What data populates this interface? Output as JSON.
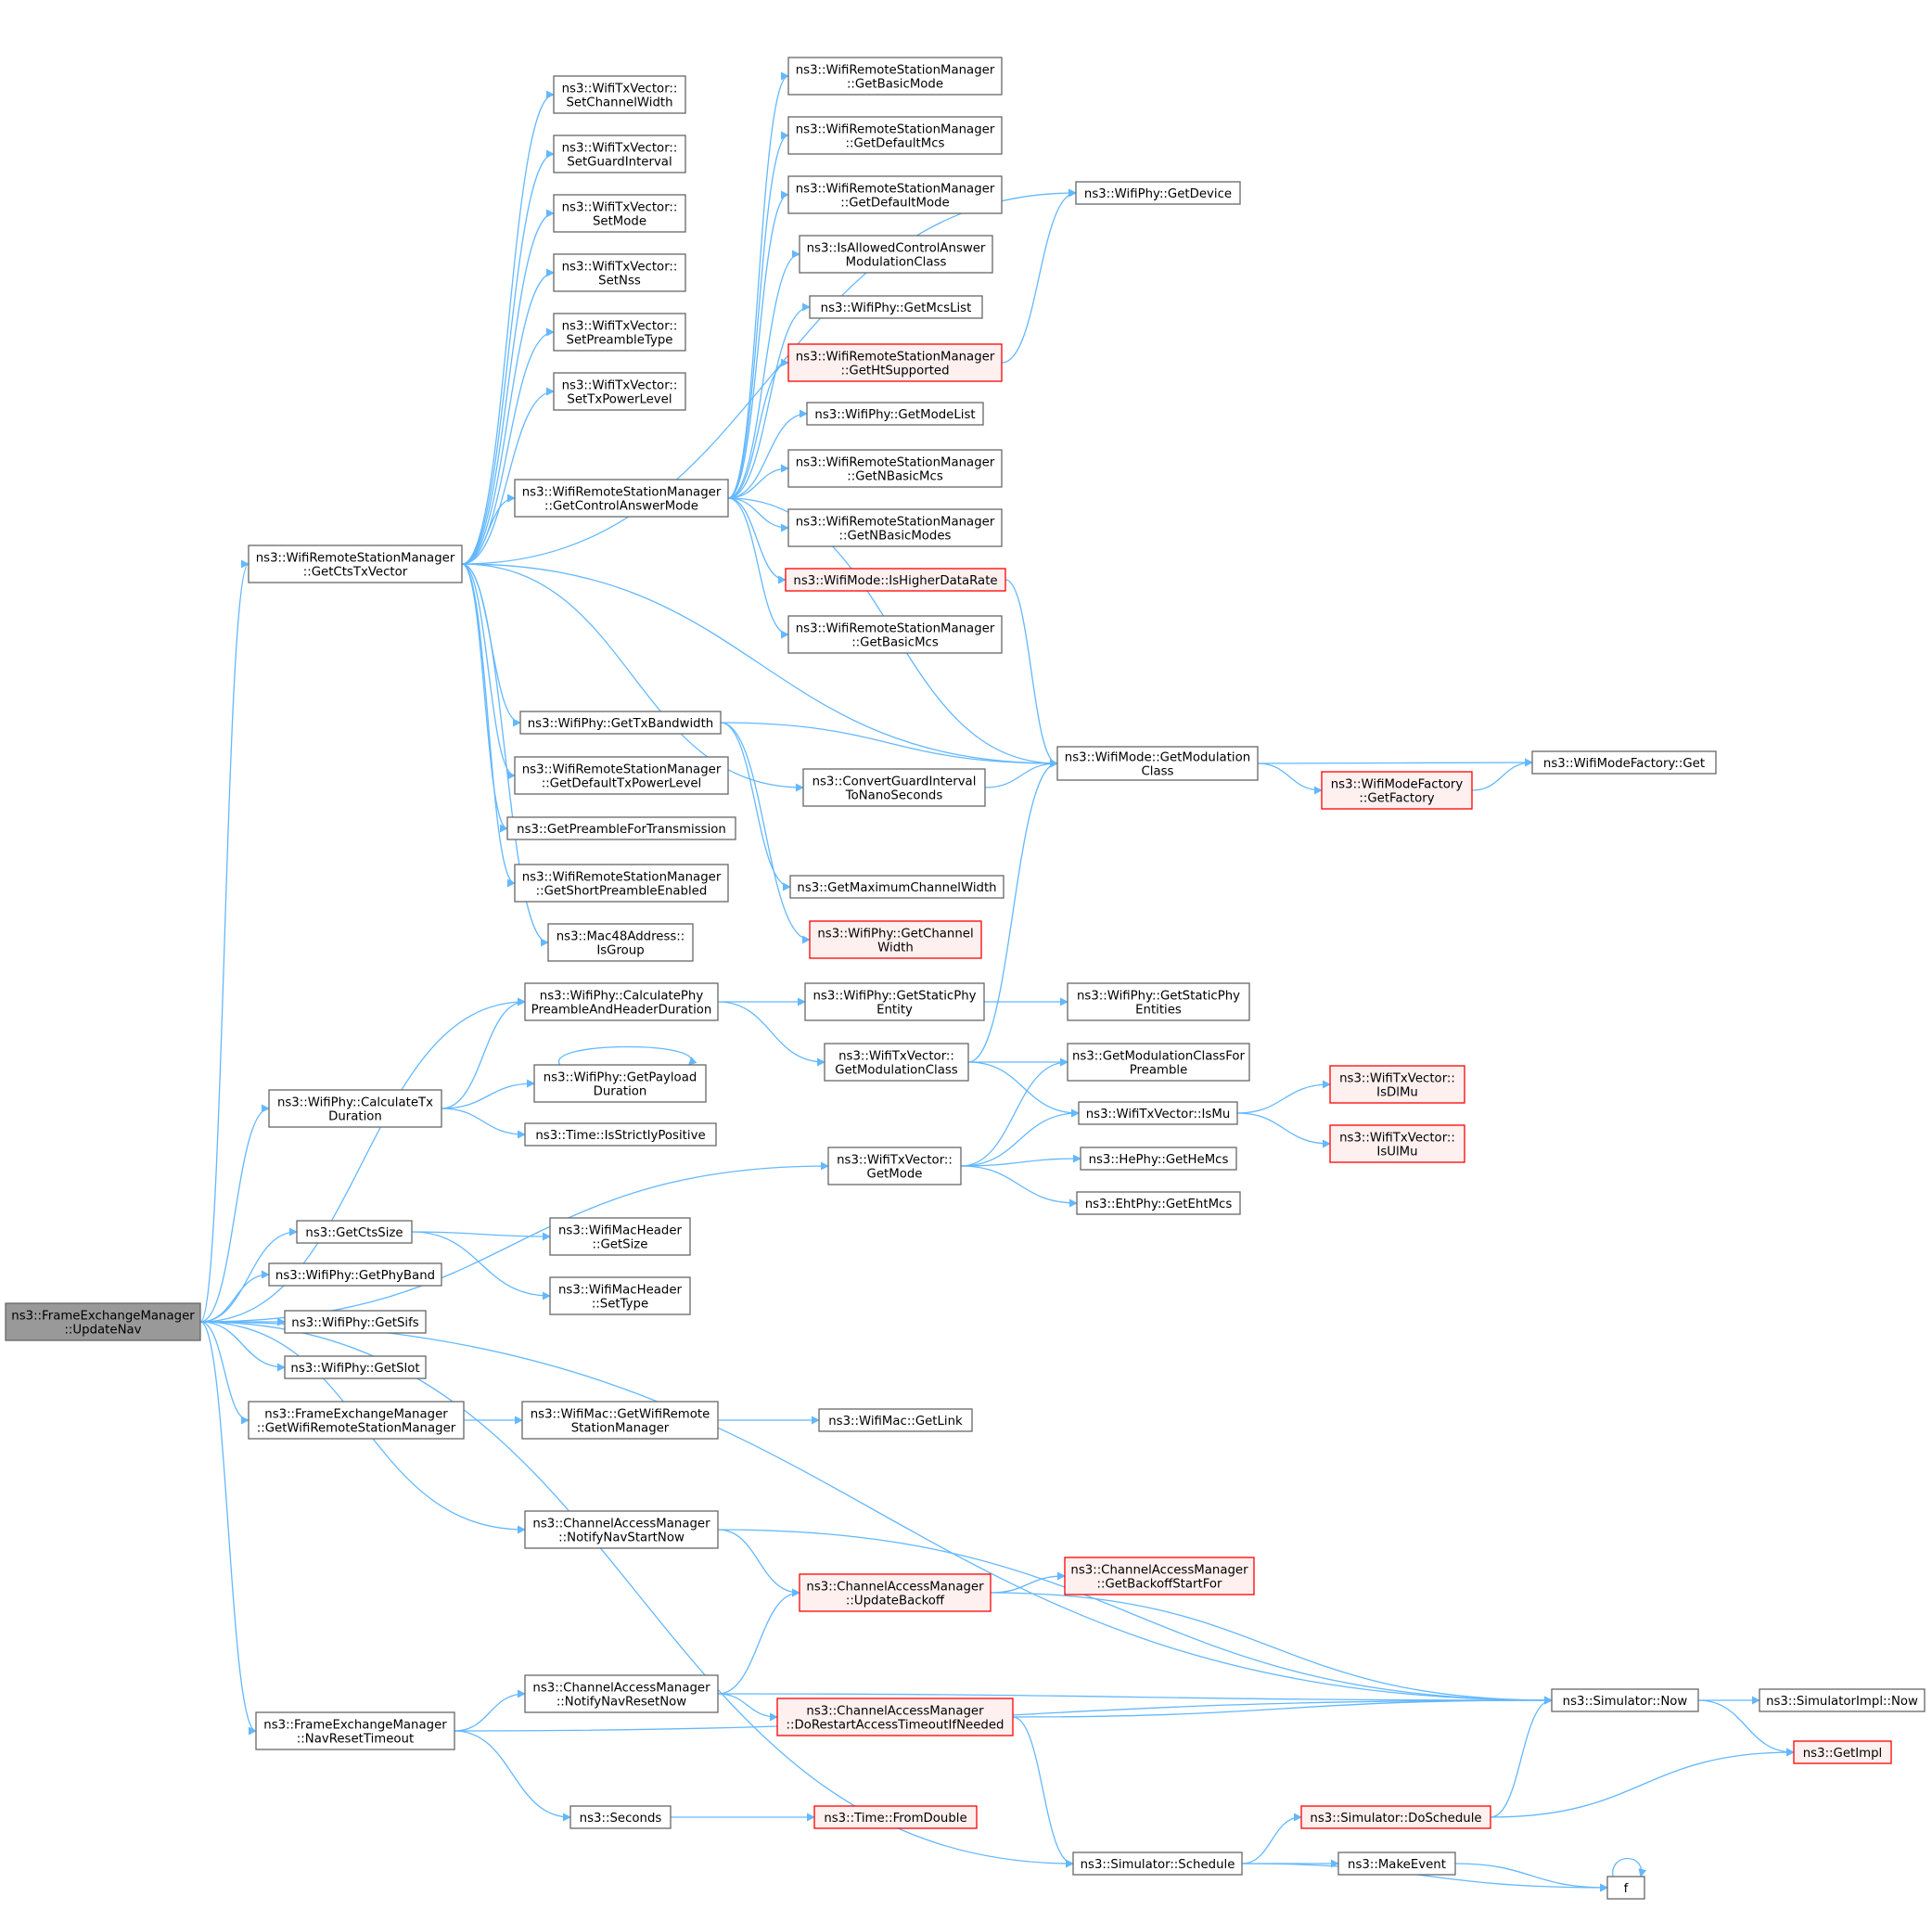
{
  "colors": {
    "edge": "#63b8ff",
    "node_border": "#666666",
    "root_fill": "#999999",
    "red_border": "#ff0000",
    "red_fill": "#fff0f0"
  },
  "nodes": [
    {
      "id": "updatenav",
      "lines": [
        "ns3::FrameExchangeManager",
        "::UpdateNav"
      ],
      "style": "root"
    },
    {
      "id": "getctstxvector",
      "lines": [
        "ns3::WifiRemoteStationManager",
        "::GetCtsTxVector"
      ]
    },
    {
      "id": "setchannelwidth",
      "lines": [
        "ns3::WifiTxVector::",
        "SetChannelWidth"
      ]
    },
    {
      "id": "setguardinterval",
      "lines": [
        "ns3::WifiTxVector::",
        "SetGuardInterval"
      ]
    },
    {
      "id": "setmode",
      "lines": [
        "ns3::WifiTxVector::",
        "SetMode"
      ]
    },
    {
      "id": "setnss",
      "lines": [
        "ns3::WifiTxVector::",
        "SetNss"
      ]
    },
    {
      "id": "setpreambletype",
      "lines": [
        "ns3::WifiTxVector::",
        "SetPreambleType"
      ]
    },
    {
      "id": "settxpowerlevel",
      "lines": [
        "ns3::WifiTxVector::",
        "SetTxPowerLevel"
      ]
    },
    {
      "id": "getcontrolanswermode",
      "lines": [
        "ns3::WifiRemoteStationManager",
        "::GetControlAnswerMode"
      ]
    },
    {
      "id": "getbasicmode",
      "lines": [
        "ns3::WifiRemoteStationManager",
        "::GetBasicMode"
      ]
    },
    {
      "id": "getdefaultmcs",
      "lines": [
        "ns3::WifiRemoteStationManager",
        "::GetDefaultMcs"
      ]
    },
    {
      "id": "getdefaultmode",
      "lines": [
        "ns3::WifiRemoteStationManager",
        "::GetDefaultMode"
      ]
    },
    {
      "id": "isallowedcontrolanswer",
      "lines": [
        "ns3::IsAllowedControlAnswer",
        "ModulationClass"
      ]
    },
    {
      "id": "getmcslist",
      "lines": [
        "ns3::WifiPhy::GetMcsList"
      ]
    },
    {
      "id": "gethtsupported",
      "lines": [
        "ns3::WifiRemoteStationManager",
        "::GetHtSupported"
      ],
      "style": "red"
    },
    {
      "id": "getmodelist",
      "lines": [
        "ns3::WifiPhy::GetModeList"
      ]
    },
    {
      "id": "getnbasicmcs",
      "lines": [
        "ns3::WifiRemoteStationManager",
        "::GetNBasicMcs"
      ]
    },
    {
      "id": "getnbasicmodes",
      "lines": [
        "ns3::WifiRemoteStationManager",
        "::GetNBasicModes"
      ]
    },
    {
      "id": "ishigherdatarate",
      "lines": [
        "ns3::WifiMode::IsHigherDataRate"
      ],
      "style": "red"
    },
    {
      "id": "getbasicmcs",
      "lines": [
        "ns3::WifiRemoteStationManager",
        "::GetBasicMcs"
      ]
    },
    {
      "id": "getdevice",
      "lines": [
        "ns3::WifiPhy::GetDevice"
      ]
    },
    {
      "id": "gettxbandwidth",
      "lines": [
        "ns3::WifiPhy::GetTxBandwidth"
      ]
    },
    {
      "id": "getdefaulttxpowerlevel",
      "lines": [
        "ns3::WifiRemoteStationManager",
        "::GetDefaultTxPowerLevel"
      ]
    },
    {
      "id": "getpreambletx",
      "lines": [
        "ns3::GetPreambleForTransmission"
      ]
    },
    {
      "id": "getshortpreamble",
      "lines": [
        "ns3::WifiRemoteStationManager",
        "::GetShortPreambleEnabled"
      ]
    },
    {
      "id": "isgroup",
      "lines": [
        "ns3::Mac48Address::",
        "IsGroup"
      ]
    },
    {
      "id": "convertguard",
      "lines": [
        "ns3::ConvertGuardInterval",
        "ToNanoSeconds"
      ]
    },
    {
      "id": "getmodulationclass",
      "lines": [
        "ns3::WifiMode::GetModulation",
        "Class"
      ]
    },
    {
      "id": "getmaxchannelwidth",
      "lines": [
        "ns3::GetMaximumChannelWidth"
      ]
    },
    {
      "id": "getchannelwidth",
      "lines": [
        "ns3::WifiPhy::GetChannel",
        "Width"
      ],
      "style": "red"
    },
    {
      "id": "wifimodefactoryget",
      "lines": [
        "ns3::WifiModeFactory::Get"
      ]
    },
    {
      "id": "getfactory",
      "lines": [
        "ns3::WifiModeFactory",
        "::GetFactory"
      ],
      "style": "red"
    },
    {
      "id": "calcpreamble",
      "lines": [
        "ns3::WifiPhy::CalculatePhy",
        "PreambleAndHeaderDuration"
      ]
    },
    {
      "id": "getstaticphyentity",
      "lines": [
        "ns3::WifiPhy::GetStaticPhy",
        "Entity"
      ]
    },
    {
      "id": "getstaticphyentities",
      "lines": [
        "ns3::WifiPhy::GetStaticPhy",
        "Entities"
      ]
    },
    {
      "id": "txvgetmodclass",
      "lines": [
        "ns3::WifiTxVector::",
        "GetModulationClass"
      ]
    },
    {
      "id": "getmodclassforpreamble",
      "lines": [
        "ns3::GetModulationClassFor",
        "Preamble"
      ]
    },
    {
      "id": "calctxduration",
      "lines": [
        "ns3::WifiPhy::CalculateTx",
        "Duration"
      ]
    },
    {
      "id": "getpayloadduration",
      "lines": [
        "ns3::WifiPhy::GetPayload",
        "Duration"
      ]
    },
    {
      "id": "isstrictlypositive",
      "lines": [
        "ns3::Time::IsStrictlyPositive"
      ]
    },
    {
      "id": "txvgetmode",
      "lines": [
        "ns3::WifiTxVector::",
        "GetMode"
      ]
    },
    {
      "id": "ismu",
      "lines": [
        "ns3::WifiTxVector::IsMu"
      ]
    },
    {
      "id": "isdlmu",
      "lines": [
        "ns3::WifiTxVector::",
        "IsDlMu"
      ],
      "style": "red"
    },
    {
      "id": "isulmu",
      "lines": [
        "ns3::WifiTxVector::",
        "IsUlMu"
      ],
      "style": "red"
    },
    {
      "id": "gethemcs",
      "lines": [
        "ns3::HePhy::GetHeMcs"
      ]
    },
    {
      "id": "getehtmcs",
      "lines": [
        "ns3::EhtPhy::GetEhtMcs"
      ]
    },
    {
      "id": "getctssize",
      "lines": [
        "ns3::GetCtsSize"
      ]
    },
    {
      "id": "macheadergetsize",
      "lines": [
        "ns3::WifiMacHeader",
        "::GetSize"
      ]
    },
    {
      "id": "macheadersettype",
      "lines": [
        "ns3::WifiMacHeader",
        "::SetType"
      ]
    },
    {
      "id": "getphyband",
      "lines": [
        "ns3::WifiPhy::GetPhyBand"
      ]
    },
    {
      "id": "getsifs",
      "lines": [
        "ns3::WifiPhy::GetSifs"
      ]
    },
    {
      "id": "getslot",
      "lines": [
        "ns3::WifiPhy::GetSlot"
      ]
    },
    {
      "id": "fem_getwrsm",
      "lines": [
        "ns3::FrameExchangeManager",
        "::GetWifiRemoteStationManager"
      ]
    },
    {
      "id": "mac_getwrsm",
      "lines": [
        "ns3::WifiMac::GetWifiRemote",
        "StationManager"
      ]
    },
    {
      "id": "getlink",
      "lines": [
        "ns3::WifiMac::GetLink"
      ]
    },
    {
      "id": "notifynavstartnow",
      "lines": [
        "ns3::ChannelAccessManager",
        "::NotifyNavStartNow"
      ]
    },
    {
      "id": "updatebackoff",
      "lines": [
        "ns3::ChannelAccessManager",
        "::UpdateBackoff"
      ],
      "style": "red"
    },
    {
      "id": "getbackoffstartfor",
      "lines": [
        "ns3::ChannelAccessManager",
        "::GetBackoffStartFor"
      ],
      "style": "red"
    },
    {
      "id": "notifynavresetnow",
      "lines": [
        "ns3::ChannelAccessManager",
        "::NotifyNavResetNow"
      ]
    },
    {
      "id": "dorestartaccess",
      "lines": [
        "ns3::ChannelAccessManager",
        "::DoRestartAccessTimeoutIfNeeded"
      ],
      "style": "red"
    },
    {
      "id": "navresettimeout",
      "lines": [
        "ns3::FrameExchangeManager",
        "::NavResetTimeout"
      ]
    },
    {
      "id": "seconds",
      "lines": [
        "ns3::Seconds"
      ]
    },
    {
      "id": "fromdouble",
      "lines": [
        "ns3::Time::FromDouble"
      ],
      "style": "red"
    },
    {
      "id": "simnow",
      "lines": [
        "ns3::Simulator::Now"
      ]
    },
    {
      "id": "simimplnow",
      "lines": [
        "ns3::SimulatorImpl::Now"
      ]
    },
    {
      "id": "getimpl",
      "lines": [
        "ns3::GetImpl"
      ],
      "style": "red"
    },
    {
      "id": "doschedule",
      "lines": [
        "ns3::Simulator::DoSchedule"
      ],
      "style": "red"
    },
    {
      "id": "schedule",
      "lines": [
        "ns3::Simulator::Schedule"
      ]
    },
    {
      "id": "makeevent",
      "lines": [
        "ns3::MakeEvent"
      ]
    },
    {
      "id": "f",
      "lines": [
        "f"
      ]
    }
  ],
  "edges": [
    [
      "updatenav",
      "getctstxvector"
    ],
    [
      "updatenav",
      "calcpreamble"
    ],
    [
      "updatenav",
      "calctxduration"
    ],
    [
      "updatenav",
      "txvgetmode"
    ],
    [
      "updatenav",
      "getctssize"
    ],
    [
      "updatenav",
      "getphyband"
    ],
    [
      "updatenav",
      "getsifs"
    ],
    [
      "updatenav",
      "getslot"
    ],
    [
      "updatenav",
      "fem_getwrsm"
    ],
    [
      "updatenav",
      "simnow"
    ],
    [
      "updatenav",
      "notifynavstartnow"
    ],
    [
      "updatenav",
      "navresettimeout"
    ],
    [
      "updatenav",
      "schedule"
    ],
    [
      "getctstxvector",
      "setchannelwidth"
    ],
    [
      "getctstxvector",
      "setguardinterval"
    ],
    [
      "getctstxvector",
      "setmode"
    ],
    [
      "getctstxvector",
      "setnss"
    ],
    [
      "getctstxvector",
      "setpreambletype"
    ],
    [
      "getctstxvector",
      "settxpowerlevel"
    ],
    [
      "getctstxvector",
      "getdevice"
    ],
    [
      "getctstxvector",
      "getcontrolanswermode"
    ],
    [
      "getctstxvector",
      "gettxbandwidth"
    ],
    [
      "getctstxvector",
      "getdefaulttxpowerlevel"
    ],
    [
      "getctstxvector",
      "getpreambletx"
    ],
    [
      "getctstxvector",
      "getshortpreamble"
    ],
    [
      "getctstxvector",
      "isgroup"
    ],
    [
      "getctstxvector",
      "convertguard"
    ],
    [
      "getctstxvector",
      "getmodulationclass"
    ],
    [
      "getcontrolanswermode",
      "getbasicmode"
    ],
    [
      "getcontrolanswermode",
      "getdefaultmcs"
    ],
    [
      "getcontrolanswermode",
      "getdefaultmode"
    ],
    [
      "getcontrolanswermode",
      "isallowedcontrolanswer"
    ],
    [
      "getcontrolanswermode",
      "getmcslist"
    ],
    [
      "getcontrolanswermode",
      "gethtsupported"
    ],
    [
      "getcontrolanswermode",
      "getmodelist"
    ],
    [
      "getcontrolanswermode",
      "getnbasicmcs"
    ],
    [
      "getcontrolanswermode",
      "getnbasicmodes"
    ],
    [
      "getcontrolanswermode",
      "ishigherdatarate"
    ],
    [
      "getcontrolanswermode",
      "getbasicmcs"
    ],
    [
      "getcontrolanswermode",
      "getmodulationclass"
    ],
    [
      "gethtsupported",
      "getdevice"
    ],
    [
      "ishigherdatarate",
      "getmodulationclass"
    ],
    [
      "gettxbandwidth",
      "getmodulationclass"
    ],
    [
      "gettxbandwidth",
      "getmaxchannelwidth"
    ],
    [
      "gettxbandwidth",
      "getchannelwidth"
    ],
    [
      "convertguard",
      "getmodulationclass"
    ],
    [
      "getmodulationclass",
      "wifimodefactoryget"
    ],
    [
      "getmodulationclass",
      "getfactory"
    ],
    [
      "getfactory",
      "wifimodefactoryget"
    ],
    [
      "calcpreamble",
      "getstaticphyentity"
    ],
    [
      "calcpreamble",
      "txvgetmodclass"
    ],
    [
      "getstaticphyentity",
      "getstaticphyentities"
    ],
    [
      "txvgetmodclass",
      "getmodulationclass"
    ],
    [
      "txvgetmodclass",
      "getmodclassforpreamble"
    ],
    [
      "txvgetmodclass",
      "ismu"
    ],
    [
      "calctxduration",
      "calcpreamble"
    ],
    [
      "calctxduration",
      "getpayloadduration"
    ],
    [
      "calctxduration",
      "isstrictlypositive"
    ],
    [
      "getpayloadduration",
      "getpayloadduration"
    ],
    [
      "txvgetmode",
      "getmodclassforpreamble"
    ],
    [
      "txvgetmode",
      "ismu"
    ],
    [
      "txvgetmode",
      "gethemcs"
    ],
    [
      "txvgetmode",
      "getehtmcs"
    ],
    [
      "ismu",
      "isdlmu"
    ],
    [
      "ismu",
      "isulmu"
    ],
    [
      "getctssize",
      "macheadergetsize"
    ],
    [
      "getctssize",
      "macheadersettype"
    ],
    [
      "fem_getwrsm",
      "mac_getwrsm"
    ],
    [
      "mac_getwrsm",
      "getlink"
    ],
    [
      "notifynavstartnow",
      "simnow"
    ],
    [
      "notifynavstartnow",
      "updatebackoff"
    ],
    [
      "updatebackoff",
      "getbackoffstartfor"
    ],
    [
      "updatebackoff",
      "simnow"
    ],
    [
      "notifynavresetnow",
      "updatebackoff"
    ],
    [
      "notifynavresetnow",
      "simnow"
    ],
    [
      "notifynavresetnow",
      "dorestartaccess"
    ],
    [
      "dorestartaccess",
      "simnow"
    ],
    [
      "dorestartaccess",
      "schedule"
    ],
    [
      "navresettimeout",
      "notifynavresetnow"
    ],
    [
      "navresettimeout",
      "simnow"
    ],
    [
      "navresettimeout",
      "seconds"
    ],
    [
      "seconds",
      "fromdouble"
    ],
    [
      "simnow",
      "simimplnow"
    ],
    [
      "simnow",
      "getimpl"
    ],
    [
      "doschedule",
      "simnow"
    ],
    [
      "doschedule",
      "getimpl"
    ],
    [
      "schedule",
      "doschedule"
    ],
    [
      "schedule",
      "makeevent"
    ],
    [
      "schedule",
      "f"
    ],
    [
      "makeevent",
      "f"
    ],
    [
      "f",
      "f"
    ]
  ]
}
